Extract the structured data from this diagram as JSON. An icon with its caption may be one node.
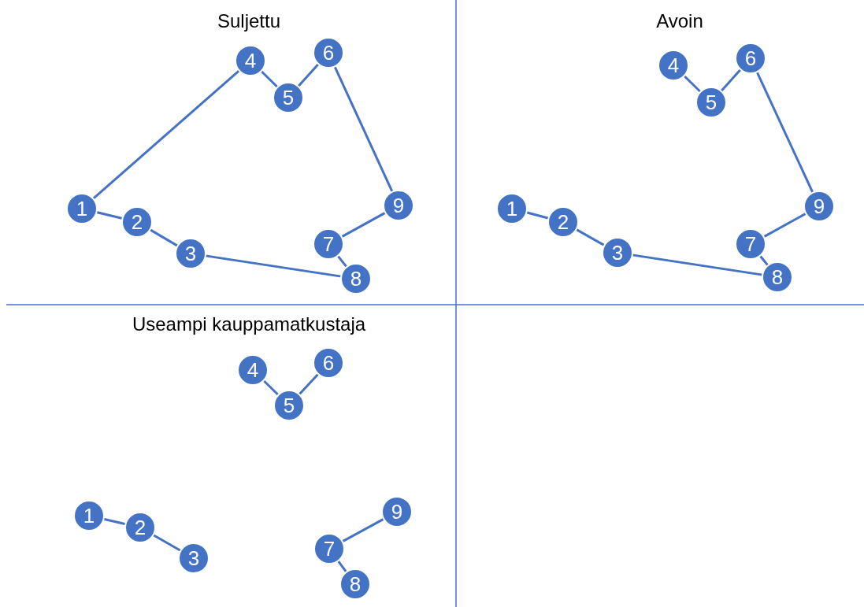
{
  "diagram": {
    "nodes": [
      {
        "text": [
          "1"
        ]
      },
      {
        "text": [
          "2"
        ]
      },
      {
        "text": [
          "3"
        ]
      },
      {
        "text": [
          "4"
        ]
      },
      {
        "text": [
          "5"
        ]
      },
      {
        "text": [
          "6"
        ]
      },
      {
        "text": [
          "7"
        ]
      },
      {
        "text": [
          "8"
        ]
      },
      {
        "text": [
          "9"
        ]
      },
      {
        "text": [
          "1"
        ]
      },
      {
        "text": [
          "2"
        ]
      },
      {
        "text": [
          "3"
        ]
      },
      {
        "text": [
          "4"
        ]
      },
      {
        "text": [
          "5"
        ]
      },
      {
        "text": [
          "6"
        ]
      },
      {
        "text": [
          "7"
        ]
      },
      {
        "text": [
          "8"
        ]
      },
      {
        "text": [
          "9"
        ]
      },
      {
        "text": [
          "1"
        ]
      },
      {
        "text": [
          "2"
        ]
      },
      {
        "text": [
          "3"
        ]
      },
      {
        "text": [
          "4"
        ]
      },
      {
        "text": [
          "5"
        ]
      },
      {
        "text": [
          "6"
        ]
      },
      {
        "text": [
          "7"
        ]
      },
      {
        "text": [
          "8"
        ]
      },
      {
        "text": [
          "9"
        ]
      }
    ],
    "edges": [
      {
        "from": 0,
        "to": 1,
        "arrow": "none"
      },
      {
        "from": 1,
        "to": 2,
        "arrow": "none"
      },
      {
        "from": 2,
        "to": 7,
        "arrow": "none"
      },
      {
        "from": 7,
        "to": 6,
        "arrow": "none"
      },
      {
        "from": 6,
        "to": 8,
        "arrow": "none"
      },
      {
        "from": 8,
        "to": 5,
        "arrow": "none"
      },
      {
        "from": 5,
        "to": 4,
        "arrow": "none"
      },
      {
        "from": 4,
        "to": 3,
        "arrow": "none"
      },
      {
        "from": 3,
        "to": 0,
        "arrow": "none"
      },
      {
        "from": 9,
        "to": 10,
        "arrow": "none"
      },
      {
        "from": 10,
        "to": 11,
        "arrow": "none"
      },
      {
        "from": 11,
        "to": 16,
        "arrow": "none"
      },
      {
        "from": 16,
        "to": 15,
        "arrow": "none"
      },
      {
        "from": 15,
        "to": 17,
        "arrow": "none"
      },
      {
        "from": 17,
        "to": 14,
        "arrow": "none"
      },
      {
        "from": 14,
        "to": 13,
        "arrow": "none"
      },
      {
        "from": 13,
        "to": 12,
        "arrow": "none"
      },
      {
        "from": 18,
        "to": 19,
        "arrow": "none"
      },
      {
        "from": 19,
        "to": 20,
        "arrow": "none"
      },
      {
        "from": 21,
        "to": 22,
        "arrow": "none"
      },
      {
        "from": 22,
        "to": 23,
        "arrow": "none"
      },
      {
        "from": 24,
        "to": 26,
        "arrow": "none"
      },
      {
        "from": 24,
        "to": 25,
        "arrow": "none"
      }
    ],
    "labels": [
      "Suljettu",
      "Avoin",
      "Useampi kauppamatkustaja"
    ]
  }
}
